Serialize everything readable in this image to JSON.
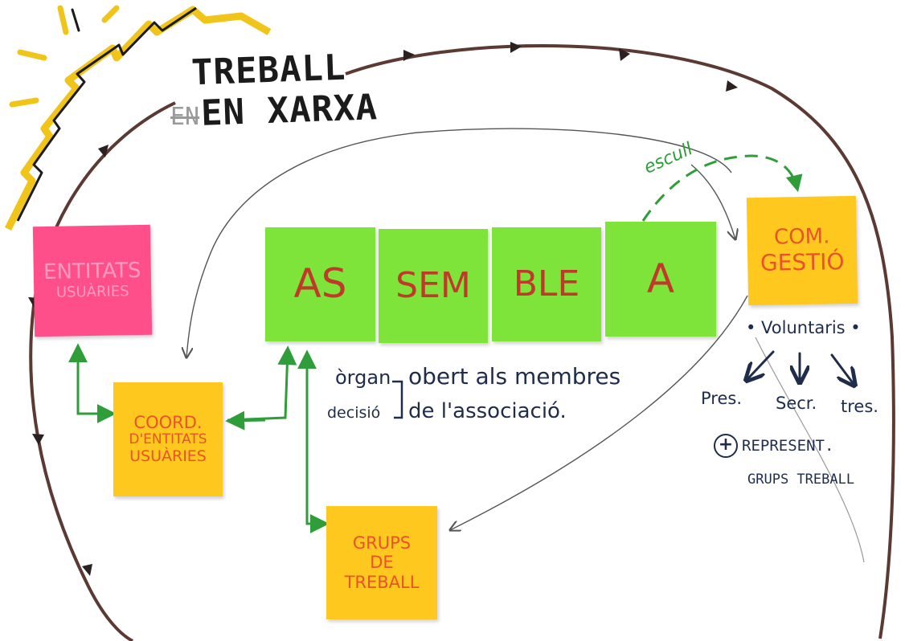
{
  "title": {
    "line1": "TREBALL",
    "line2": "EN XARXA",
    "struck": "EN"
  },
  "assemblea": [
    "AS",
    "SEM",
    "BLE",
    "A"
  ],
  "notes": {
    "entitats": {
      "line1": "ENTITATS",
      "line2": "USUÀRIES"
    },
    "coord": {
      "line1": "COORD.",
      "line2": "D'ENTITATS",
      "line3": "USUÀRIES"
    },
    "grups": {
      "line1": "GRUPS",
      "line2": "DE",
      "line3": "TREBALL"
    },
    "gestio": {
      "line1": "COM.",
      "line2": "GESTIÓ"
    }
  },
  "annotations": {
    "escull": "escull",
    "organ": "òrgan",
    "decisio": "decisió",
    "obert": "obert als membres",
    "associacio": "de l'associació."
  },
  "voluntaris": {
    "label": "• Voluntaris •",
    "roles": [
      "Pres.",
      "Secr.",
      "tres."
    ],
    "plus": "+",
    "extra1": "REPRESENT.",
    "extra2": "GRUPS TREBALL"
  },
  "colors": {
    "green_note": "#7fe43a",
    "pink_note": "#ff4f8a",
    "yellow_note": "#ffc81e",
    "red_text": "#c0392b",
    "orange_text": "#e8532b",
    "navy_ink": "#1f2d4a",
    "green_ink": "#2e9d3a",
    "loop_brown": "#5a3a32",
    "sun_yellow": "#f0c419"
  }
}
